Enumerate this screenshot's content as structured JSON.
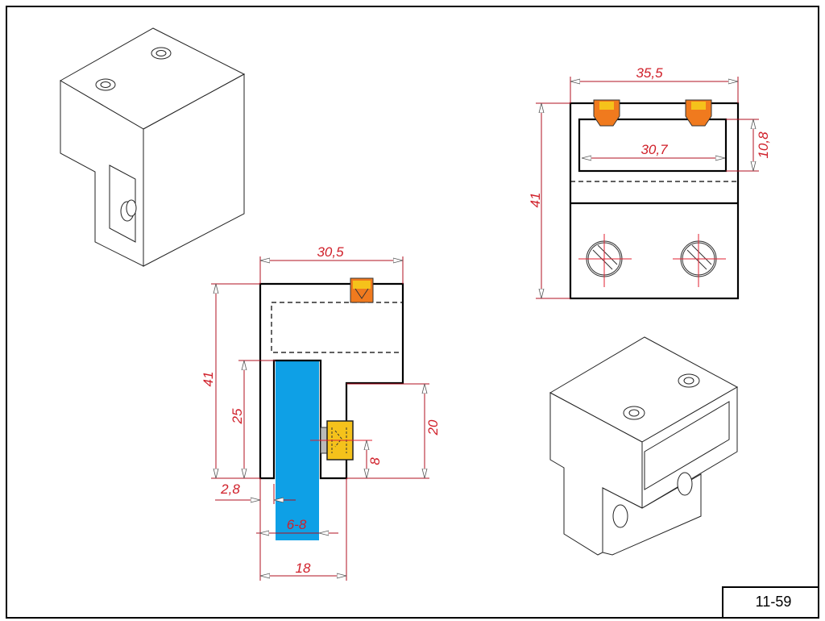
{
  "drawing_number": "11-59",
  "colors": {
    "dimension": "#d0202a",
    "glass": "#0ea0e6",
    "set_screw": "#f07a1e",
    "knob": "#f5c21b"
  },
  "side_view": {
    "width": "30,5",
    "height": "41",
    "glass_height": "25",
    "lower_height": "20",
    "screw_height": "8",
    "offset": "2,8",
    "glass_thickness": "6-8",
    "base_width": "18"
  },
  "front_view": {
    "width": "35,5",
    "height": "41",
    "slot_height": "10,8",
    "slot_width": "30,7"
  }
}
